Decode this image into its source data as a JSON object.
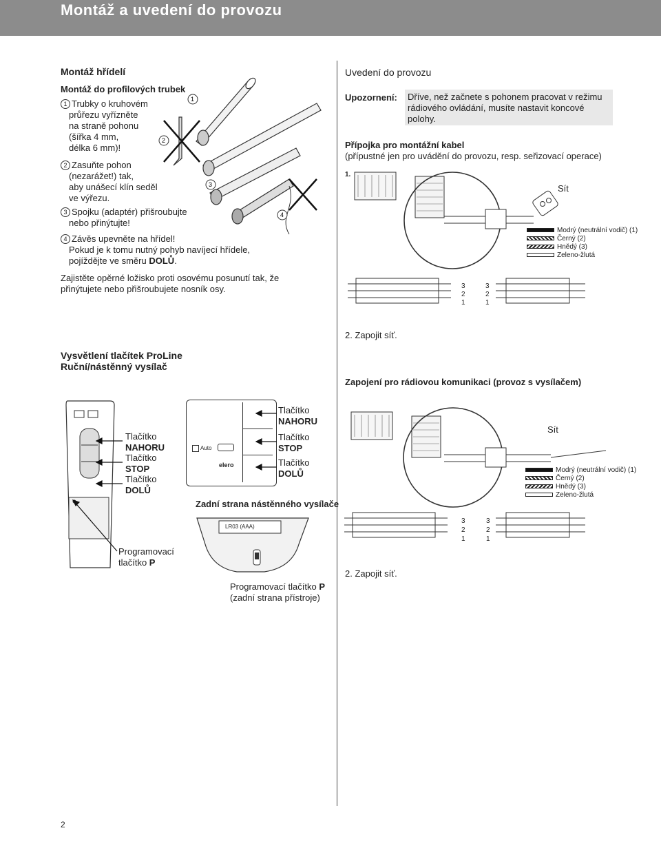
{
  "header": {
    "title": "Montáž a uvedení do provozu"
  },
  "left": {
    "section_title": "Montáž hřídelí",
    "subsection_title": "Montáž do profilových trubek",
    "step1": {
      "num": "1",
      "lines": [
        "Trubky o kruhovém",
        "průřezu vyřízněte",
        "na straně pohonu",
        "(šířka 4 mm,",
        "délka 6 mm)!"
      ]
    },
    "step2": {
      "num": "2",
      "lines": [
        "Zasuňte pohon",
        "(nezarážet!) tak,",
        "aby unášecí klín seděl",
        "ve výřezu."
      ]
    },
    "step3": {
      "num": "3",
      "lines": [
        "Spojku (adaptér) přišroubujte",
        "nebo přinýtujte!"
      ]
    },
    "step4": {
      "num": "4",
      "lines": [
        "Závěs upevněte na hřídel!",
        "Pokud je k tomu nutný pohyb navíjecí hřídele,",
        "pojíždějte ve směru "
      ],
      "bold_end": "DOLŮ",
      "end_punct": "."
    },
    "note": [
      "Zajistěte opěrné ložisko proti osovému posunutí tak, že",
      "přinýtujete nebo přišroubujete nosník osy."
    ],
    "fig_labels": {
      "n1": "1",
      "n2": "2",
      "n3": "3",
      "n4": "4"
    }
  },
  "right": {
    "section_title": "Uvedení do provozu",
    "warning_label": "Upozornení:",
    "warning_text": [
      "Dříve, než začnete s pohonem pracovat v režimu",
      "rádiového ovládání, musíte nastavit koncové",
      "polohy."
    ],
    "cable_title": "Přípojka pro montážní kabel",
    "cable_sub": "(přípustné jen pro uvádění do provozu, resp. seřizovací operace)",
    "step_1": "1.",
    "mains": "Sít",
    "wires": [
      "Modrý (neutrální vodič) (1)",
      "Černý (2)",
      "Hnědý (3)",
      "Zeleno-žlutá"
    ],
    "term_nums": [
      "3",
      "2",
      "1"
    ],
    "step_2a": "2. Zapojit síť.",
    "radio_title": "Zapojení pro rádiovou komunikaci (provoz s vysílačem)",
    "mains2": "Sít",
    "step_2b": "2. Zapojit síť."
  },
  "lower_left": {
    "title1": "Vysvětlení tlačítek ProLine",
    "title2": "Ruční/nástěnný vysílač",
    "handheld_labels": [
      {
        "l1": "Tlačítko",
        "l2": "NAHORU"
      },
      {
        "l1": "Tlačítko",
        "l2": "STOP"
      },
      {
        "l1": "Tlačítko",
        "l2": "DOLŮ"
      }
    ],
    "wall_labels": [
      {
        "l1": "Tlačítko",
        "l2": "NAHORU"
      },
      {
        "l1": "Tlačítko",
        "l2": "STOP"
      },
      {
        "l1": "Tlačítko",
        "l2": "DOLŮ"
      }
    ],
    "auto_label": "Auto",
    "brand": "elero",
    "prog_button": {
      "l1": "Programovací",
      "l2": "tlačítko ",
      "l2b": "P"
    },
    "back_title": "Zadní strana nástěnného vysílače",
    "battery": "LR03 (AAA)",
    "prog_back": {
      "l1": "Programovací tlačítko ",
      "l1b": "P",
      "l2": "(zadní strana přístroje)"
    }
  },
  "page_number": "2",
  "colors": {
    "header_bg": "#8c8c8c",
    "note_bg": "#e8e8e8"
  }
}
